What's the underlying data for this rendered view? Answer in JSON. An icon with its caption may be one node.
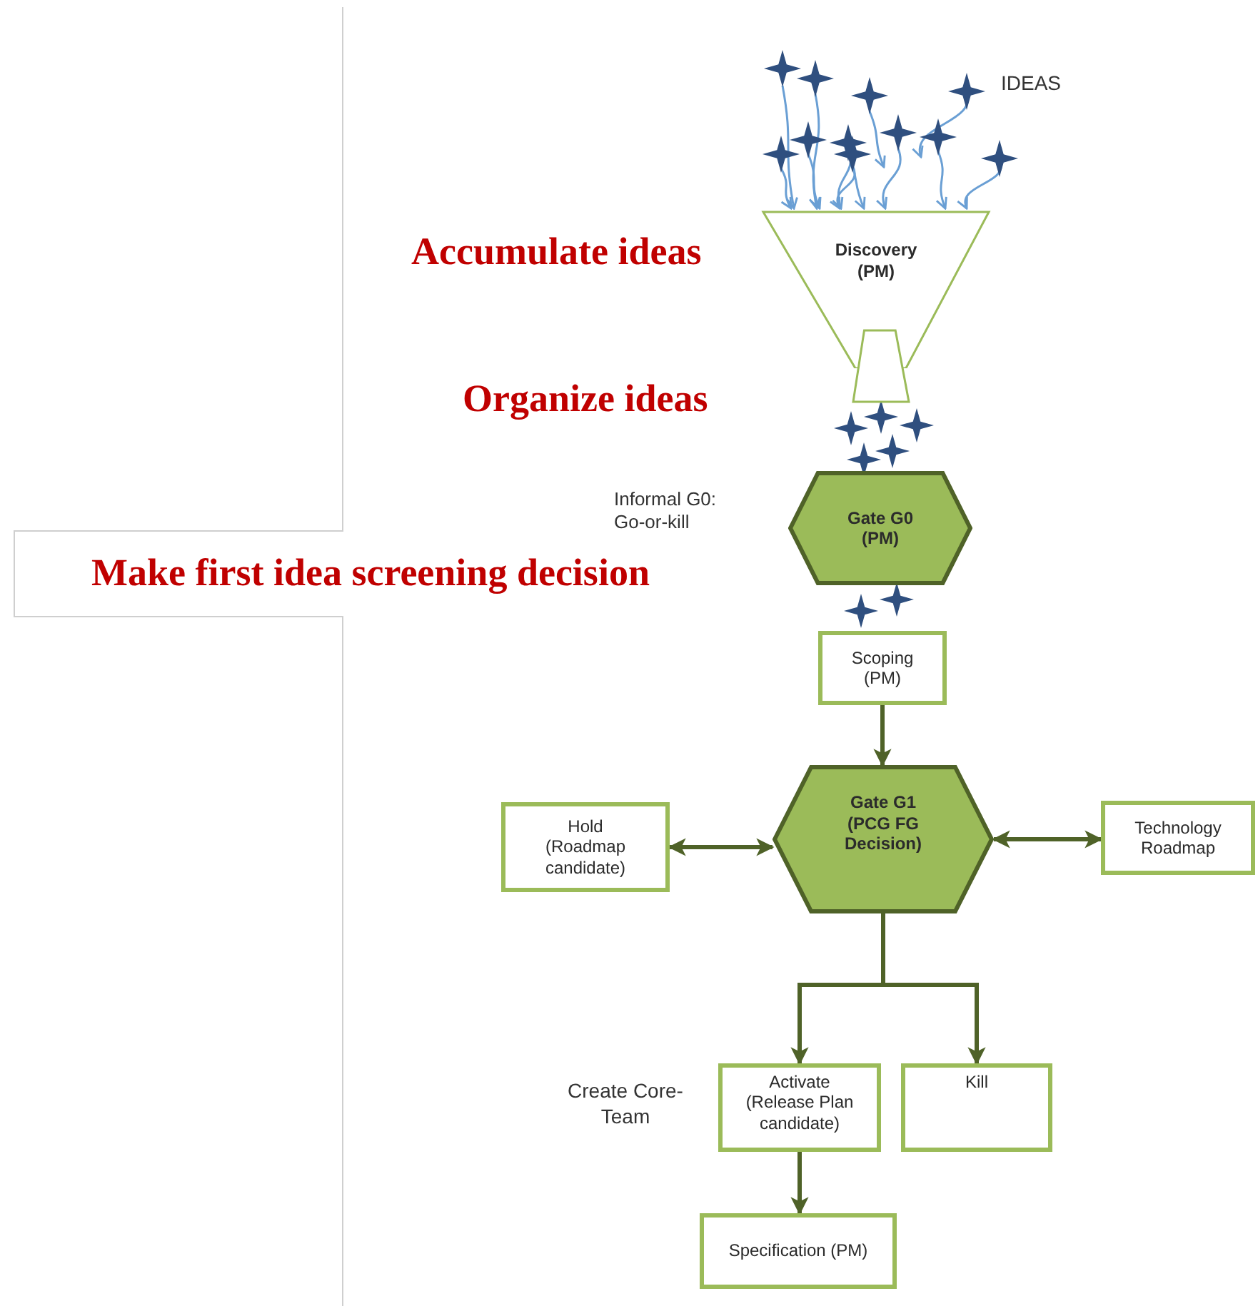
{
  "diagram": {
    "nodes": [
      {
        "text": [
          "Discovery (PM)"
        ]
      },
      {
        "text": [],
        "shape": "box"
      },
      {
        "text": [
          "Gate G0 (PM)"
        ]
      },
      {
        "text": [
          "Scoping (PM)"
        ]
      },
      {
        "text": [
          "Gate G1",
          "(PCG FG Decision)"
        ]
      },
      {
        "text": [
          "Hold",
          "(Roadmap candidate)"
        ]
      },
      {
        "text": [
          "Technology Roadmap"
        ]
      },
      {
        "text": [
          "Activate",
          "(Release Plan candidate)"
        ]
      },
      {
        "text": [
          "Kill"
        ]
      },
      {
        "text": [
          "Specification (PM)"
        ]
      }
    ],
    "edges": [
      {
        "from": 3,
        "to": 4,
        "arrow": "to"
      },
      {
        "from": 5,
        "to": 4,
        "arrow": "both"
      },
      {
        "from": 4,
        "to": 6,
        "arrow": "both"
      },
      {
        "from": 4,
        "to": 7,
        "arrow": "to"
      },
      {
        "from": 4,
        "to": 8,
        "arrow": "to"
      },
      {
        "from": 7,
        "to": 9,
        "arrow": "to"
      }
    ],
    "labels": [
      "IDEAS",
      "Accumulate ideas",
      "Organize ideas",
      "Informal G0: Go-or-kill",
      "Make first idea screening decision",
      "Create Core-Team"
    ]
  }
}
